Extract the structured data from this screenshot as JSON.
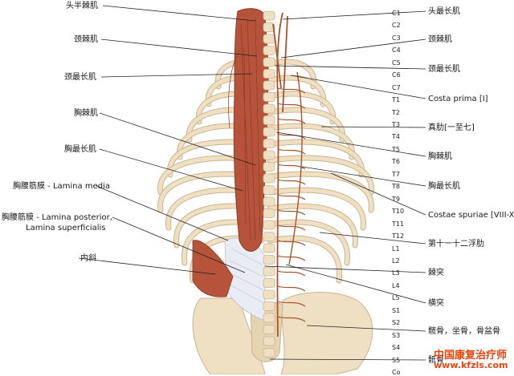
{
  "left_labels": [
    {
      "id": "semispinalis-capitis",
      "text": "头半棘肌"
    },
    {
      "id": "spinalis-cervicis",
      "text": "颈棘肌"
    },
    {
      "id": "longissimus-cervicis-left",
      "text": "颈最长肌"
    },
    {
      "id": "spinalis-thoracis-left",
      "text": "胸棘肌"
    },
    {
      "id": "longissimus-thoracis-left",
      "text": "胸最长肌"
    },
    {
      "id": "fascia-media",
      "text": "胸腰筋膜 - Lamina media"
    },
    {
      "id": "fascia-posterior-1",
      "text": "胸腰筋膜 - Lamina posterior,"
    },
    {
      "id": "fascia-posterior-2",
      "text": "Lamina superficialis"
    },
    {
      "id": "internal-oblique",
      "text": "内斜"
    }
  ],
  "right_labels": [
    {
      "id": "longissimus-capitis",
      "text": "头最长肌"
    },
    {
      "id": "spinalis-cervicis-right",
      "text": "颈棘肌"
    },
    {
      "id": "longissimus-cervicis-right",
      "text": "颈最长肌"
    },
    {
      "id": "costa-prima",
      "text": "Costa prima [I]"
    },
    {
      "id": "true-ribs",
      "text": "真肋[一至七]"
    },
    {
      "id": "spinalis-thoracis-right",
      "text": "胸棘肌"
    },
    {
      "id": "longissimus-thoracis-right",
      "text": "胸最长肌"
    },
    {
      "id": "false-ribs",
      "text": "Costae spuriae [VIII-XII]"
    },
    {
      "id": "floating-ribs",
      "text": "第十一十二浮肋"
    },
    {
      "id": "spinous-process",
      "text": "棘突"
    },
    {
      "id": "transverse-process",
      "text": "横突"
    },
    {
      "id": "hip-bones",
      "text": "髋骨，坐骨，骨盆骨"
    },
    {
      "id": "coccyx",
      "text": "骶骨"
    }
  ],
  "vertebra_labels": [
    "C1",
    "C2",
    "C3",
    "C4",
    "C5",
    "C6",
    "C7",
    "T1",
    "T2",
    "T3",
    "T4",
    "T5",
    "T6",
    "T7",
    "T8",
    "T9",
    "T10",
    "T11",
    "T12",
    "L1",
    "L2",
    "L3",
    "L4",
    "L5",
    "S1",
    "S2",
    "S3",
    "S4",
    "S5",
    "Co"
  ],
  "watermark": {
    "line1": "中国康复治疗师",
    "line2": "www.kfzls.com"
  },
  "colors": {
    "muscle": "#b5543a",
    "muscle_dark": "#8f3a25",
    "bone": "#efe0c4",
    "bone_edge": "#c9b48f",
    "artery": "#a9522e",
    "fascia": "#e9ecf3",
    "watermark": "#e8440c"
  }
}
